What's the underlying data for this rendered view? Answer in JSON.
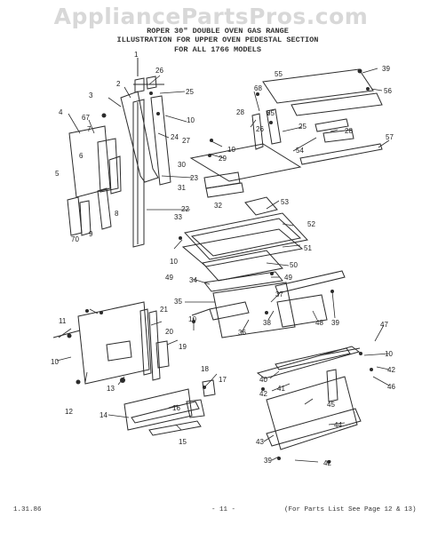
{
  "watermark": "AppliancePartsPros.com",
  "title": {
    "line1": "ROPER 30\" DOUBLE OVEN GAS RANGE",
    "line2": "ILLUSTRATION FOR UPPER OVEN PEDESTAL SECTION",
    "line3": "FOR ALL 1766 MODELS"
  },
  "footer": {
    "code": "1.31.86",
    "page": "- 11 -",
    "note": "(For Parts List See Page 12 & 13)"
  },
  "callouts": [
    "1",
    "2",
    "3",
    "4",
    "5",
    "6",
    "7",
    "8",
    "9",
    "10",
    "11",
    "12",
    "13",
    "14",
    "15",
    "16",
    "17",
    "18",
    "19",
    "20",
    "21",
    "22",
    "23",
    "24",
    "25",
    "26",
    "27",
    "28",
    "29",
    "30",
    "31",
    "32",
    "33",
    "34",
    "35",
    "36",
    "37",
    "38",
    "39",
    "40",
    "41",
    "42",
    "43",
    "44",
    "45",
    "46",
    "47",
    "48",
    "49",
    "50",
    "51",
    "52",
    "53",
    "54",
    "55",
    "56",
    "57",
    "67",
    "70"
  ],
  "colors": {
    "line": "#2b2b2b",
    "watermark": "#d8d8d8"
  }
}
